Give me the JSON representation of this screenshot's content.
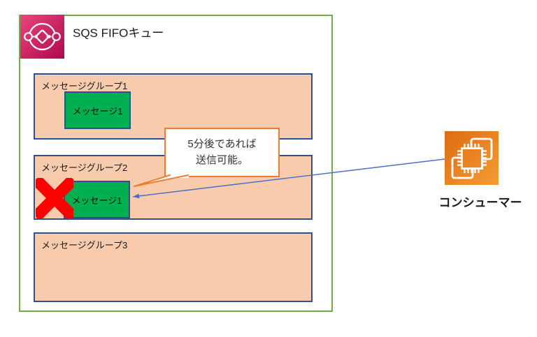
{
  "diagram": {
    "queue": {
      "title": "SQS FIFOキュー",
      "icon": "sqs-queue-icon",
      "groups": [
        {
          "label": "メッセージグループ1",
          "messages": [
            {
              "label": "メッセージ1",
              "blocked": false
            }
          ]
        },
        {
          "label": "メッセージグループ2",
          "messages": [
            {
              "label": "メッセージ1",
              "blocked": true
            }
          ]
        },
        {
          "label": "メッセージグループ3",
          "messages": []
        }
      ]
    },
    "callout": {
      "line1": "5分後であれば",
      "line2": "送信可能。"
    },
    "consumer": {
      "label": "コンシューマー",
      "icon": "ec2-instance-icon"
    },
    "colors": {
      "outer_border": "#70AD47",
      "group_fill": "#F8CBAD",
      "group_border": "#2F528F",
      "message_fill": "#00B050",
      "message_border": "#2F528F",
      "callout_border": "#ED7D31",
      "arrow": "#4472C4",
      "cross": "#FE0000",
      "sqs_icon_gradient": [
        "#E8467C",
        "#B0084D"
      ],
      "consumer_icon_gradient": [
        "#F59D33",
        "#CE5A16"
      ]
    }
  }
}
